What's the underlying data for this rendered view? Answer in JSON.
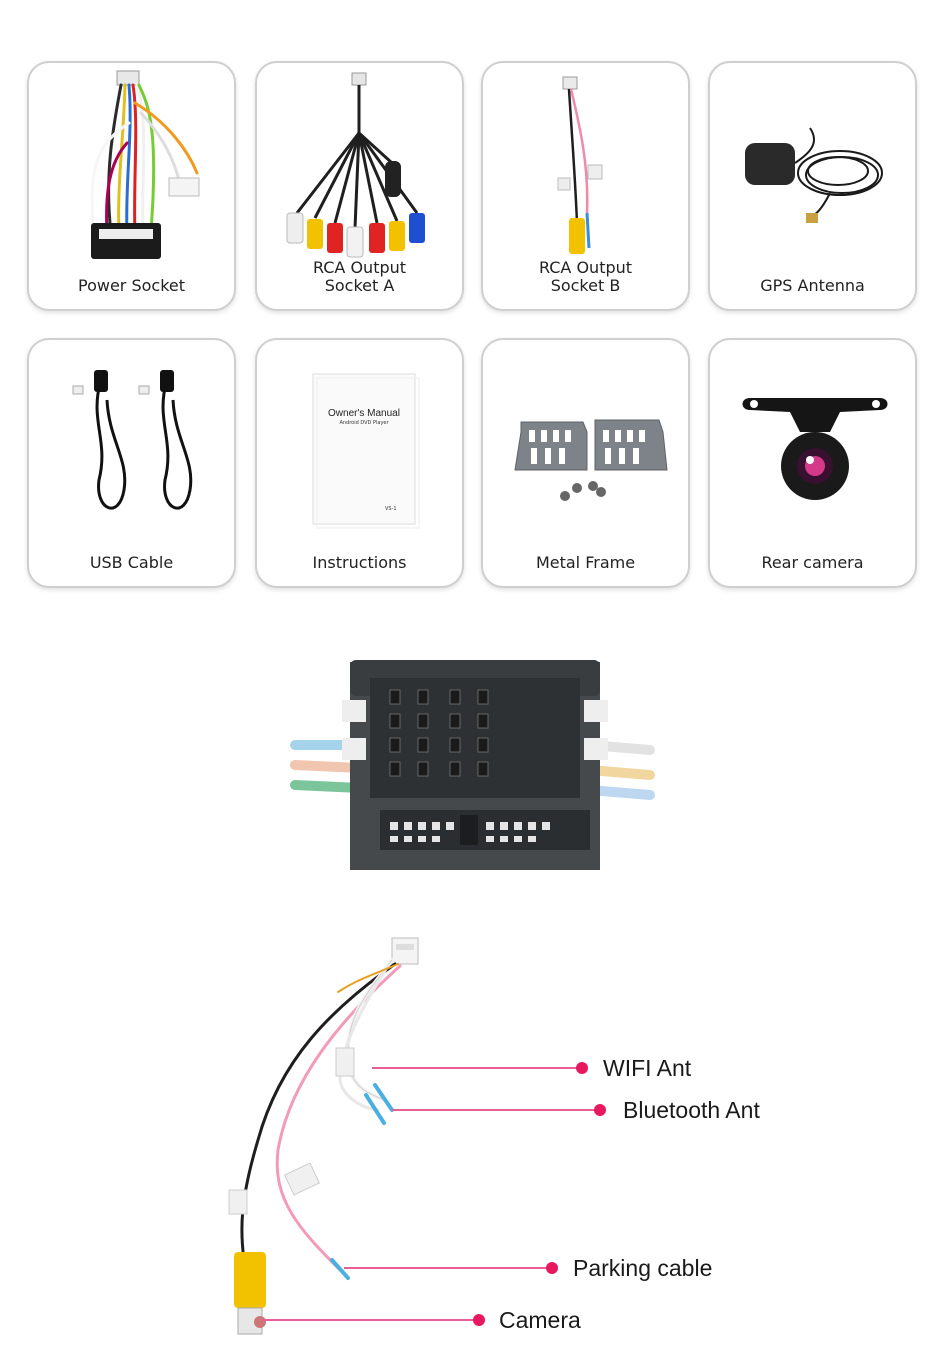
{
  "accessories": [
    {
      "id": "power-socket",
      "label": "Power Socket",
      "icon": "wiring-harness-icon"
    },
    {
      "id": "rca-output-socket-a",
      "label": "RCA Output\nSocket A",
      "icon": "rca-cable-icon"
    },
    {
      "id": "rca-output-socket-b",
      "label": "RCA Output\nSocket B",
      "icon": "rca-cable-icon"
    },
    {
      "id": "gps-antenna",
      "label": "GPS Antenna",
      "icon": "gps-antenna-icon"
    },
    {
      "id": "usb-cable",
      "label": "USB Cable",
      "icon": "usb-cable-icon"
    },
    {
      "id": "instructions",
      "label": "Instructions",
      "icon": "manual-icon"
    },
    {
      "id": "metal-frame",
      "label": "Metal Frame",
      "icon": "bracket-icon"
    },
    {
      "id": "rear-camera",
      "label": "Rear camera",
      "icon": "camera-icon"
    }
  ],
  "manual": {
    "title": "Owner's Manual",
    "subtitle": "Android DVD Player",
    "code": "VS-1"
  },
  "cable_callouts": [
    {
      "id": "wifi-ant",
      "label": "WIFI Ant"
    },
    {
      "id": "bluetooth-ant",
      "label": "Bluetooth Ant"
    },
    {
      "id": "parking-cable",
      "label": "Parking cable"
    },
    {
      "id": "camera",
      "label": "Camera"
    }
  ],
  "colors": {
    "callout_line": "#e85f95",
    "callout_dot": "#e8185f",
    "card_border": "#cfcfcf",
    "connector_body": "#46494c"
  }
}
